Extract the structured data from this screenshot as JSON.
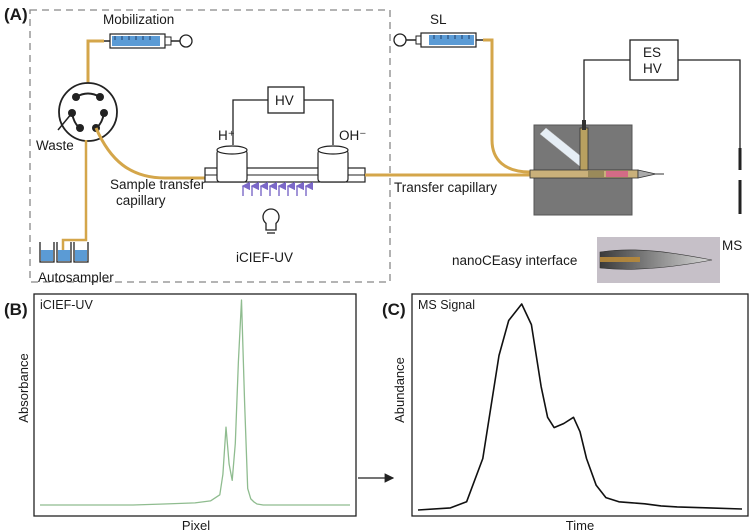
{
  "panel_a": {
    "label": "(A)",
    "mobilization": "Mobilization",
    "waste": "Waste",
    "sample_transfer_line1": "Sample transfer",
    "sample_transfer_line2": "capillary",
    "autosampler": "Autosampler",
    "hv": "HV",
    "h_plus": "H⁺",
    "oh_minus": "OH⁻",
    "iciefuv": "iCIEF-UV",
    "sl": "SL",
    "transfer_capillary": "Transfer capillary",
    "es_line1": "ES",
    "es_line2": "HV",
    "interface": "nanoCEasy interface",
    "ms": "MS"
  },
  "panel_b": {
    "label": "(B)",
    "title": "iCIEF-UV",
    "xlabel": "Pixel",
    "ylabel": "Absorbance"
  },
  "panel_c": {
    "label": "(C)",
    "title": "MS Signal",
    "xlabel": "Time",
    "ylabel": "Abundance"
  },
  "colors": {
    "capillary": "#d4a64a",
    "syringe_fluid": "#5b9bd5",
    "uv_arrows": "#7b68c8",
    "electropherogram": "#8fbc8f",
    "ms_trace": "#111111",
    "interface_block": "#777777"
  },
  "chart_data": [
    {
      "type": "line",
      "title": "iCIEF-UV",
      "xlabel": "Pixel",
      "ylabel": "Absorbance",
      "xlim": [
        0,
        100
      ],
      "ylim": [
        0,
        1
      ],
      "series": [
        {
          "x": [
            0,
            10,
            20,
            30,
            40,
            50,
            55,
            58,
            59,
            60,
            61,
            62,
            63,
            64,
            65,
            66,
            67,
            68,
            69,
            70,
            72,
            75,
            80,
            90,
            100
          ],
          "values": [
            0.0,
            0.0,
            0.0,
            0.0,
            0.005,
            0.01,
            0.02,
            0.05,
            0.15,
            0.38,
            0.2,
            0.12,
            0.3,
            0.7,
            1.0,
            0.5,
            0.08,
            0.03,
            0.015,
            0.005,
            0.0,
            0.0,
            0.0,
            0.0,
            0.0
          ]
        }
      ],
      "grid": false
    },
    {
      "type": "line",
      "title": "MS Signal",
      "xlabel": "Time",
      "ylabel": "Abundance",
      "xlim": [
        0,
        100
      ],
      "ylim": [
        0,
        1
      ],
      "series": [
        {
          "x": [
            0,
            10,
            15,
            20,
            25,
            28,
            32,
            35,
            38,
            40,
            42,
            45,
            48,
            50,
            52,
            55,
            58,
            62,
            66,
            70,
            75,
            80,
            90,
            100
          ],
          "values": [
            0.0,
            0.01,
            0.04,
            0.25,
            0.75,
            0.92,
            1.0,
            0.9,
            0.6,
            0.45,
            0.4,
            0.42,
            0.45,
            0.38,
            0.25,
            0.12,
            0.06,
            0.04,
            0.035,
            0.03,
            0.02,
            0.015,
            0.01,
            0.005
          ]
        }
      ],
      "grid": false
    }
  ]
}
